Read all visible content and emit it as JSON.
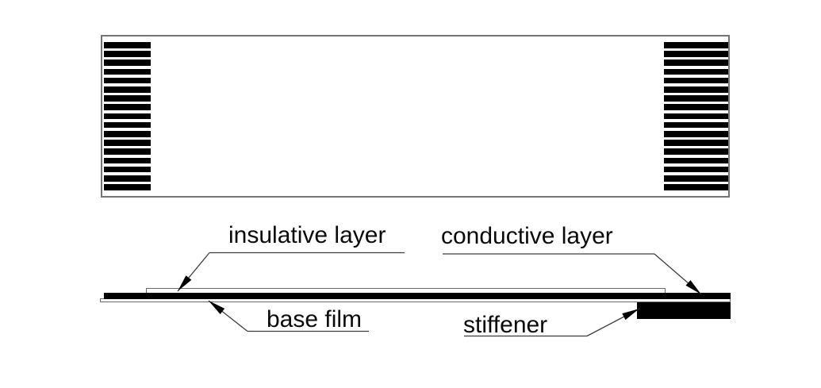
{
  "diagram": {
    "type": "technical-diagram",
    "subject": "flexible flat cable construction",
    "colors": {
      "ink": "#000000",
      "background": "#ffffff",
      "thin_outline": "#6a6a6a",
      "leader_line": "#3d3d3d"
    }
  },
  "top_view": {
    "left_contact_count": 17,
    "right_contact_count": 17
  },
  "cross_section": {
    "labels": {
      "insulative_layer": "insulative layer",
      "conductive_layer": "conductive layer",
      "base_film": "base film",
      "stiffener": "stiffener"
    }
  }
}
